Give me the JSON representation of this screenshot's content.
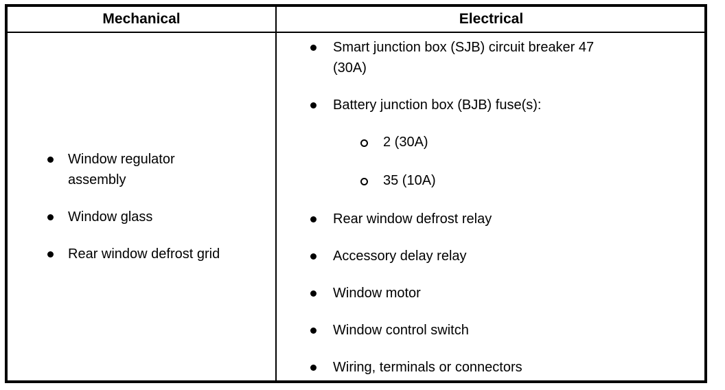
{
  "table": {
    "columns": [
      {
        "id": "mechanical",
        "header": "Mechanical"
      },
      {
        "id": "electrical",
        "header": "Electrical"
      }
    ],
    "mechanical_items": [
      {
        "marker": "solid-bullet-icon",
        "text": "Window regulator\nassembly"
      },
      {
        "marker": "solid-bullet-icon",
        "text": "Window glass"
      },
      {
        "marker": "solid-bullet-icon",
        "text": "Rear window defrost grid"
      }
    ],
    "electrical_items": [
      {
        "marker": "solid-bullet-icon",
        "level": 1,
        "text": "Smart junction box (SJB) circuit breaker 47\n(30A)"
      },
      {
        "marker": "solid-bullet-icon",
        "level": 1,
        "text": "Battery junction box (BJB) fuse(s):"
      },
      {
        "marker": "hollow-bullet-icon",
        "level": 2,
        "text": "2 (30A)"
      },
      {
        "marker": "hollow-bullet-icon",
        "level": 2,
        "text": "35 (10A)"
      },
      {
        "marker": "solid-bullet-icon",
        "level": 1,
        "text": "Rear window defrost relay"
      },
      {
        "marker": "solid-bullet-icon",
        "level": 1,
        "text": "Accessory delay relay"
      },
      {
        "marker": "solid-bullet-icon",
        "level": 1,
        "text": "Window motor"
      },
      {
        "marker": "solid-bullet-icon",
        "level": 1,
        "text": "Window control switch"
      },
      {
        "marker": "solid-bullet-icon",
        "level": 1,
        "text": "Wiring, terminals or connectors"
      }
    ]
  },
  "colors": {
    "border": "#000000",
    "text": "#000000",
    "background": "#ffffff"
  }
}
